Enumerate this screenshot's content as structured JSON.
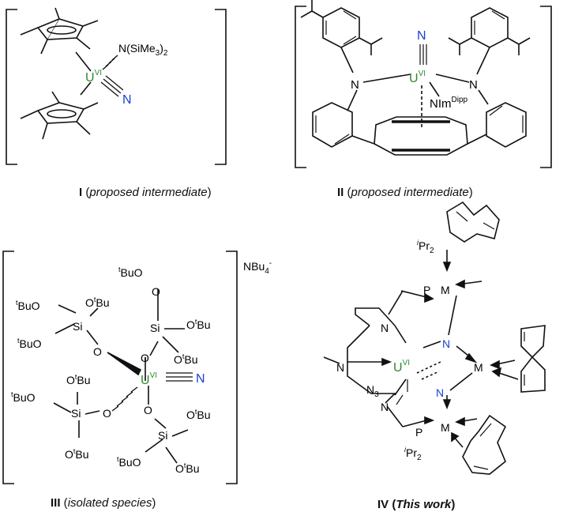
{
  "panels": [
    {
      "id": "I",
      "numeral": "I",
      "caption_italic": "proposed intermediate",
      "labels": {
        "metal": "U",
        "ox": "VI",
        "amide": "N(SiMe",
        "amide_sub": "3",
        "amide_end": ")",
        "amide_sub2": "2",
        "nitride": "N"
      }
    },
    {
      "id": "II",
      "numeral": "II",
      "caption_italic": "proposed intermediate",
      "labels": {
        "metal": "U",
        "ox": "VI",
        "nitride": "N",
        "n_left": "N",
        "n_right": "N",
        "nim": "NIm",
        "nim_sup": "Dipp"
      }
    },
    {
      "id": "III",
      "numeral": "III",
      "caption_italic": "isolated species",
      "labels": {
        "metal": "U",
        "ox": "VI",
        "nitride": "N",
        "counterion": "NBu",
        "counterion_sub": "4",
        "counterion_sup": "-",
        "si": "Si",
        "o": "O",
        "tbuo": "BuO",
        "otbu": "O",
        "tbu": "Bu",
        "t": "t"
      }
    },
    {
      "id": "IV",
      "numeral": "IV",
      "caption_italic_bold": "This work",
      "labels": {
        "metal": "U",
        "ox": "VI",
        "n_blue": "N",
        "n": "N",
        "m": "M",
        "p": "P",
        "ipr": "Pr",
        "ipr_sub": "2",
        "i": "i",
        "n3": "N",
        "n3_sub": "3"
      }
    }
  ]
}
